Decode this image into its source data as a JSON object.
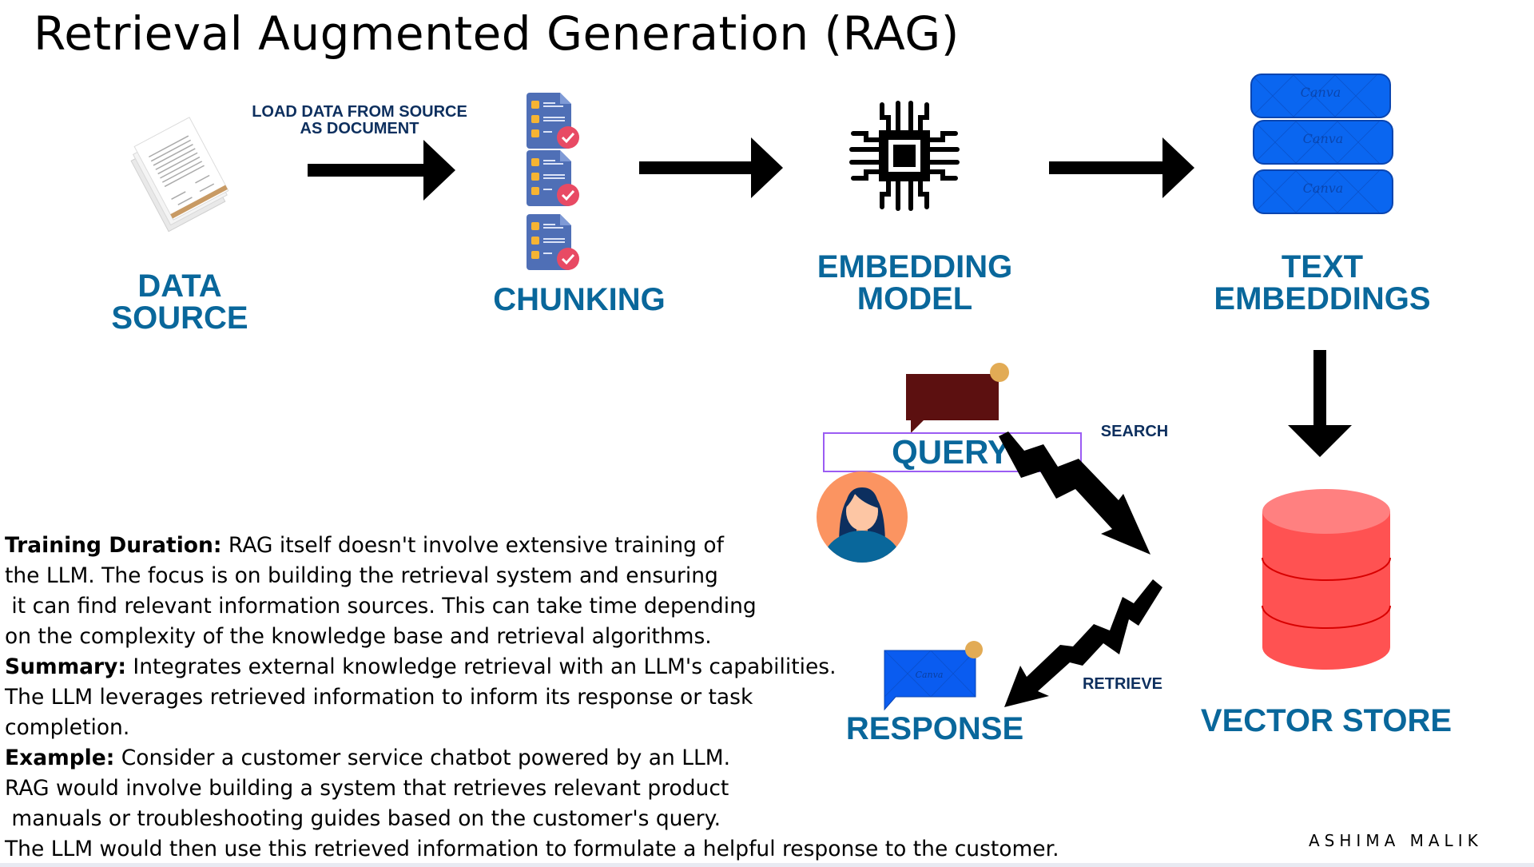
{
  "title": "Retrieval Augmented Generation (RAG)",
  "stages": {
    "data_source": [
      "DATA",
      "SOURCE"
    ],
    "chunking": "CHUNKING",
    "embedding_model": [
      "EMBEDDING",
      "MODEL"
    ],
    "text_embeddings": [
      "TEXT",
      "EMBEDDINGS"
    ],
    "vector_store": "VECTOR STORE",
    "query": "QUERY",
    "response": "RESPONSE"
  },
  "edge_labels": {
    "load": [
      "LOAD DATA FROM SOURCE",
      "AS DOCUMENT"
    ],
    "search": "SEARCH",
    "retrieve": "RETRIEVE"
  },
  "embedding_watermark": "Canva",
  "description": {
    "lines": [
      {
        "bold": "Training Duration:",
        "text": " RAG itself doesn't involve extensive training of"
      },
      {
        "bold": "",
        "text": "the LLM. The focus is on building the retrieval system and ensuring"
      },
      {
        "bold": "",
        "text": " it can find relevant information sources. This can take time depending"
      },
      {
        "bold": "",
        "text": "on the complexity of the knowledge base and retrieval algorithms."
      },
      {
        "bold": "Summary:",
        "text": " Integrates external knowledge retrieval with an LLM's capabilities."
      },
      {
        "bold": "",
        "text": "The LLM leverages retrieved information to inform its response or task"
      },
      {
        "bold": "",
        "text": "completion."
      },
      {
        "bold": "Example:",
        "text": " Consider a customer service chatbot powered by an LLM."
      },
      {
        "bold": "",
        "text": "RAG would involve building a system that retrieves relevant product"
      },
      {
        "bold": "",
        "text": " manuals or troubleshooting guides based on the customer's query."
      },
      {
        "bold": "",
        "text": "The LLM would then use this retrieved information to formulate a helpful response to the customer."
      }
    ]
  },
  "author": "ASHIMA MALIK",
  "colors": {
    "stage_label": "#09679b",
    "edge_label": "#0d2f5e",
    "embedding_blue": "#0a66f0",
    "vector_store_red": "#ff5252",
    "query_bubble": "#5c1010",
    "query_box_border": "#9b5cf3",
    "avatar_bg": "#fb9461",
    "badge_dot": "#e2ab55"
  }
}
